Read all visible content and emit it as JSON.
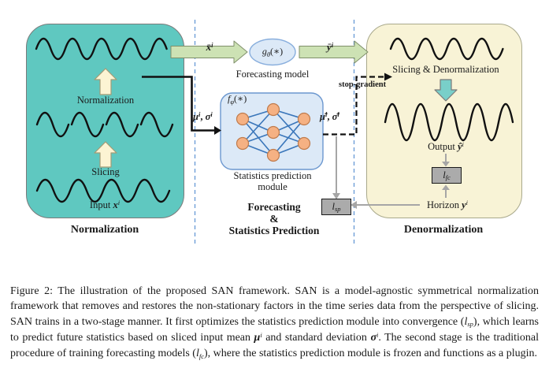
{
  "colors": {
    "teal_panel": "#5fc8c0",
    "panel_border": "#7a7a7a",
    "yellow_panel": "#f8f3d6",
    "yellow_border": "#a9a98c",
    "green_arrow": "#cde2b4",
    "green_border": "#7f8f6a",
    "cream_arrow": "#fcf4d3",
    "cream_border": "#a39b76",
    "teal_arrow": "#79cfc9",
    "module_fill": "#dce9f7",
    "module_border": "#6b97cf",
    "node_fill": "#f5b183",
    "node_border": "#bf7b4c",
    "edge": "#3a76ba",
    "loss_fill": "#ababab",
    "separator": "#6f9ed8",
    "gray_line": "#a6a6a6",
    "ink": "#111111"
  },
  "labels": {
    "sup_i": "i",
    "comma": ", ",
    "xbar": "x̄",
    "ybar": "ȳ",
    "g": "g",
    "theta": "θ",
    "args": "(∗)",
    "f": "f",
    "phi": "φ",
    "mu": "μ",
    "sigma": "σ",
    "mu_hat": "μ̂",
    "sigma_hat": "σ̂",
    "l": "l",
    "sp": "sp",
    "fc": "fc"
  },
  "left_panel": {
    "title": "Normalization",
    "normalization_arrow_label": "Normalization",
    "slicing_arrow_label": "Slicing",
    "input_prefix": "Input ",
    "input_var": "x"
  },
  "top_flow": {
    "model_caption": "Forecasting model"
  },
  "sp_module": {
    "caption_line1": "Statistics prediction",
    "caption_line2": "module"
  },
  "middle": {
    "caption_line1": "Forecasting",
    "caption_line2": "&",
    "caption_line3": "Statistics Prediction",
    "stop_gradient": "stop-gradient"
  },
  "right_panel": {
    "title": "Denormalization",
    "slicing_denorm_label": "Slicing & Denormalization",
    "output_prefix": "Output ",
    "output_var": "ŷ",
    "horizon_prefix": "Horizon ",
    "horizon_var": "y"
  },
  "caption": {
    "runs": [
      {
        "t": "Figure 2: The illustration of the proposed SAN framework. SAN is a model-agnostic symmetrical normalization framework that removes and restores the non-stationary factors in the time series data from the perspective of slicing. SAN trains in a two-stage manner. It first optimizes the statistics prediction module into convergence ("
      },
      {
        "t": "l"
      },
      {
        "t": "sp"
      },
      {
        "t": "), which learns to predict future statistics based on sliced input mean "
      },
      {
        "t": "μ"
      },
      {
        "t": "i"
      },
      {
        "t": " and standard deviation "
      },
      {
        "t": "σ"
      },
      {
        "t": "i"
      },
      {
        "t": ". The second stage is the traditional procedure of training forecasting models ("
      },
      {
        "t": "l"
      },
      {
        "t": "fc"
      },
      {
        "t": "), where the statistics prediction module is frozen and functions as a plugin."
      }
    ]
  }
}
